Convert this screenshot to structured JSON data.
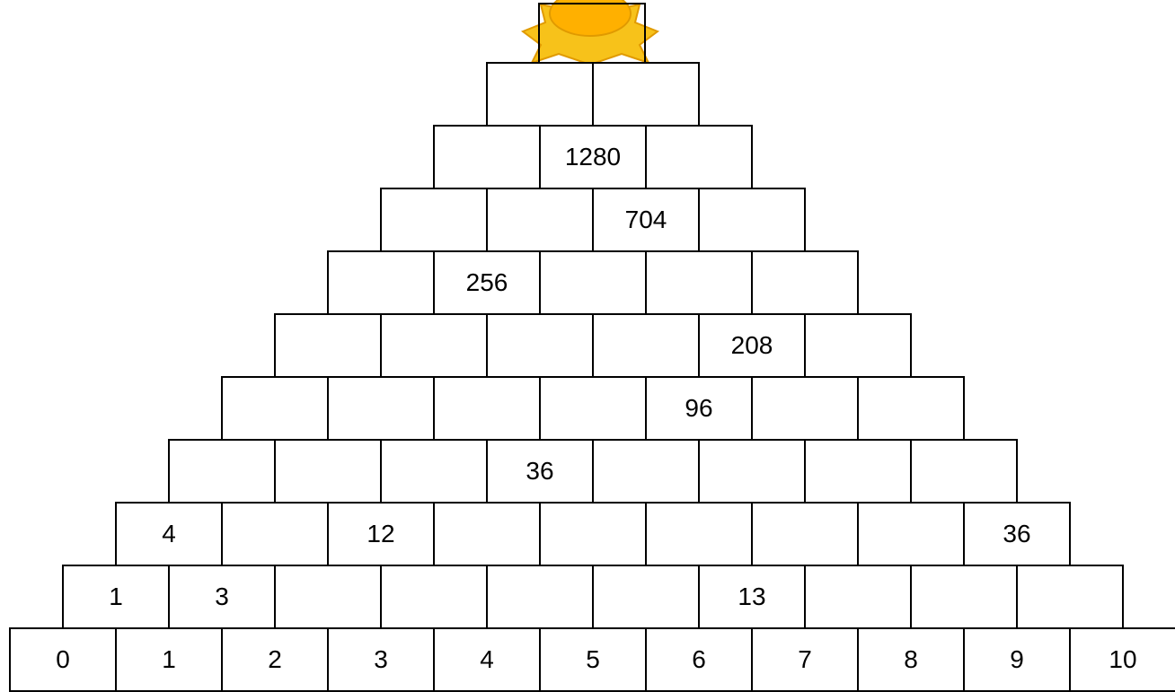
{
  "puzzle": {
    "rows": [
      [
        "",
        ""
      ],
      [
        "",
        "1280",
        ""
      ],
      [
        "",
        "",
        "704",
        ""
      ],
      [
        "",
        "256",
        "",
        "",
        ""
      ],
      [
        "",
        "",
        "",
        "",
        "208",
        ""
      ],
      [
        "",
        "",
        "",
        "",
        "96",
        "",
        ""
      ],
      [
        "",
        "",
        "",
        "36",
        "",
        "",
        "",
        ""
      ],
      [
        "4",
        "",
        "12",
        "",
        "",
        "",
        "",
        "",
        "36"
      ],
      [
        "1",
        "3",
        "",
        "",
        "",
        "",
        "13",
        "",
        "",
        ""
      ],
      [
        "0",
        "1",
        "2",
        "3",
        "4",
        "5",
        "6",
        "7",
        "8",
        "9",
        "10"
      ]
    ],
    "top_icon": "sun-icon",
    "sun_color": "#F7C21A",
    "sun_outline": "#E09A00"
  }
}
